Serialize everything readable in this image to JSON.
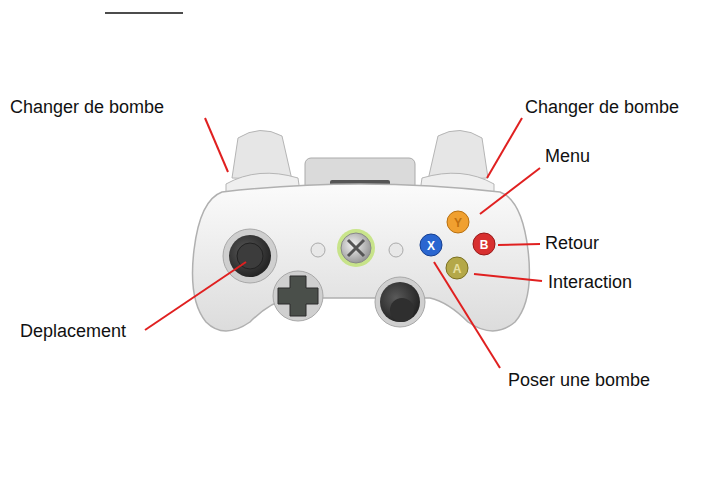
{
  "diagram": {
    "labels": [
      "Changer de bombe",
      "Changer de bombe",
      "Menu",
      "Retour",
      "Interaction",
      "Deplacement",
      "Poser une bombe"
    ]
  }
}
